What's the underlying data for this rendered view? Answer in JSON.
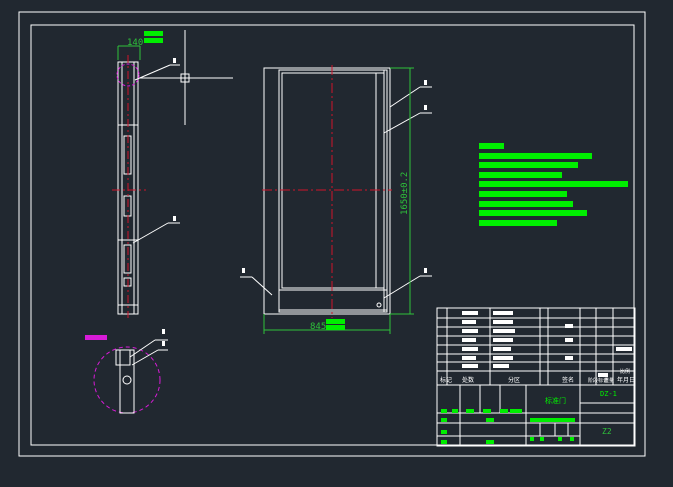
{
  "colors": {
    "background": "#212830",
    "line": "#ffffff",
    "center_line": "#d0142a",
    "dimension": "#2ec23a",
    "text_block": "#00ee00",
    "highlight": "#d81bd8"
  },
  "dimensions": {
    "thickness": "140",
    "width": "845",
    "height": "1650±0.2"
  },
  "title_block": {
    "header_labels": [
      "标记",
      "处数",
      "分区",
      "签名",
      "年月日"
    ],
    "stage_label": "阶段标记",
    "weight_label": "重量",
    "scale_label": "比例",
    "part_name": "标准门",
    "drawing_no": "DZ-1",
    "company": "Z2"
  }
}
